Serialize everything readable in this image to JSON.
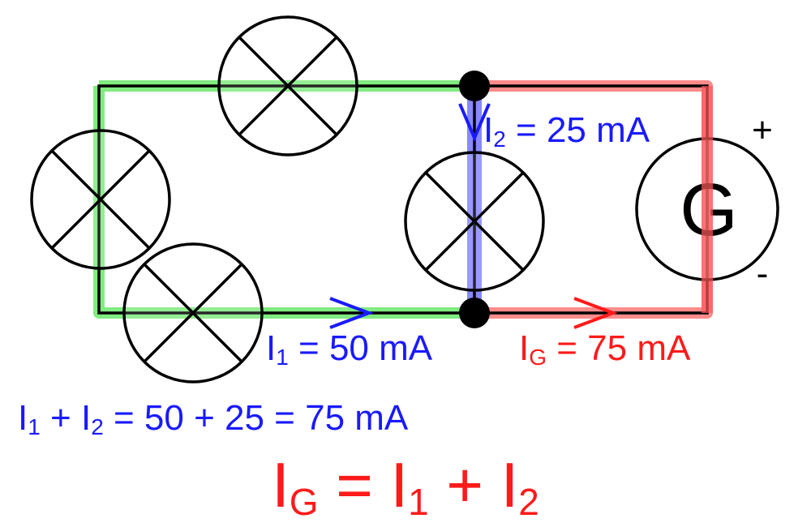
{
  "generator": {
    "symbol": "G",
    "plus": "+",
    "minus": "-"
  },
  "currents": {
    "i2": {
      "sym": "I",
      "sub": "2",
      "value": " = 25 mA"
    },
    "i1": {
      "sym": "I",
      "sub": "1",
      "value": " = 50 mA"
    },
    "ig": {
      "sym": "I",
      "sub": "G",
      "value": " = 75 mA"
    }
  },
  "sum_equation": {
    "a_sym": "I",
    "a_sub": "1",
    "plus": " + ",
    "b_sym": "I",
    "b_sub": "2",
    "rest": " = 50 + 25 = 75 mA"
  },
  "main_equation": {
    "g_sym": "I",
    "g_sub": "G",
    "eq": " = ",
    "a_sym": "I",
    "a_sub": "1",
    "plus": " + ",
    "b_sym": "I",
    "b_sub": "2"
  },
  "colors": {
    "loop_left": "#3de03d",
    "loop_right": "#ff5a5a",
    "branch_middle": "#5555ff",
    "label_blue": "#1a1aff",
    "label_red": "#ff1a1a",
    "wire": "#000000"
  },
  "icons": {
    "lamp": "lamp-icon",
    "junction": "junction-node-icon",
    "generator": "generator-icon"
  }
}
